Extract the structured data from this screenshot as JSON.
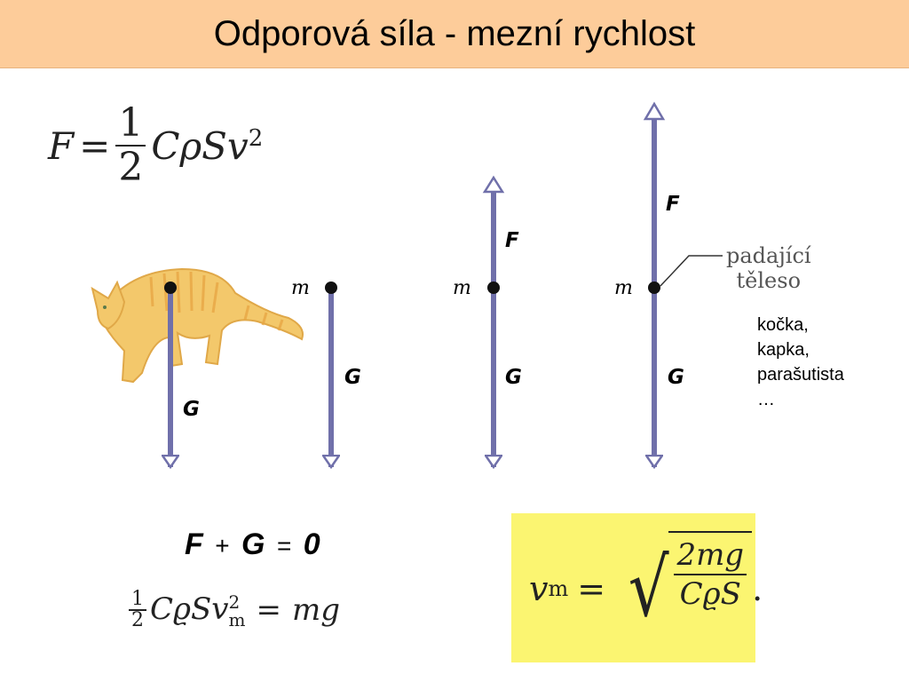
{
  "title": "Odporová síla - mezní rychlost",
  "drag_formula": {
    "lhs": "F",
    "equals": "=",
    "num": "1",
    "den": "2",
    "rhs": "CρSv",
    "exp": "2"
  },
  "cat_diagram": {
    "force_G": "G"
  },
  "mass_diagram": {
    "mass": "m",
    "force_G": "G"
  },
  "mid_diagram": {
    "mass": "m",
    "force_F": "F",
    "force_G": "G"
  },
  "right_diagram": {
    "mass": "m",
    "force_F": "F",
    "force_G": "G",
    "callout_line1": "padající",
    "callout_line2": "těleso"
  },
  "examples": [
    "kočka,",
    "kapka,",
    "parašutista",
    "…"
  ],
  "sum_equation": {
    "F": "F",
    "plus": "+",
    "G": "G",
    "equals": "=",
    "zero": "0"
  },
  "balance_equation": {
    "num": "1",
    "den": "2",
    "lhs": "CϱSv",
    "exp": "2",
    "sub": "m",
    "equals": "=",
    "rhs": "mg"
  },
  "result": {
    "v": "v",
    "sub": "m",
    "equals": "=",
    "num": "2mg",
    "den": "CϱS",
    "period": "."
  },
  "colors": {
    "arrow": "#7070aa",
    "title_bg": "#fdcc9a",
    "result_bg": "#fbf571",
    "cat": "#f3c86b"
  }
}
